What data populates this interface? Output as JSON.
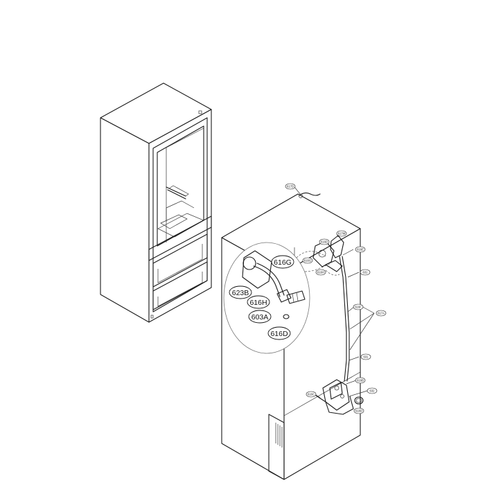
{
  "callouts_large": [
    {
      "id": "616G",
      "text": "616G"
    },
    {
      "id": "623B",
      "text": "623B"
    },
    {
      "id": "616H",
      "text": "616H"
    },
    {
      "id": "603A",
      "text": "603A"
    },
    {
      "id": "616D",
      "text": "616D"
    }
  ],
  "callouts_small": [
    {
      "id": "617D",
      "text": "617D"
    },
    {
      "id": "617M",
      "text": "617M"
    },
    {
      "id": "616D_a",
      "text": "616D"
    },
    {
      "id": "616E",
      "text": "616E"
    },
    {
      "id": "616G_a",
      "text": "616G"
    },
    {
      "id": "616H_a",
      "text": "616H"
    },
    {
      "id": "631",
      "text": "631"
    },
    {
      "id": "616F",
      "text": "616F"
    },
    {
      "id": "617A",
      "text": "617A"
    },
    {
      "id": "631_b",
      "text": "631"
    },
    {
      "id": "616B",
      "text": "616B"
    },
    {
      "id": "632",
      "text": "632"
    },
    {
      "id": "616C",
      "text": "616C"
    },
    {
      "id": "618D",
      "text": "618D"
    }
  ]
}
